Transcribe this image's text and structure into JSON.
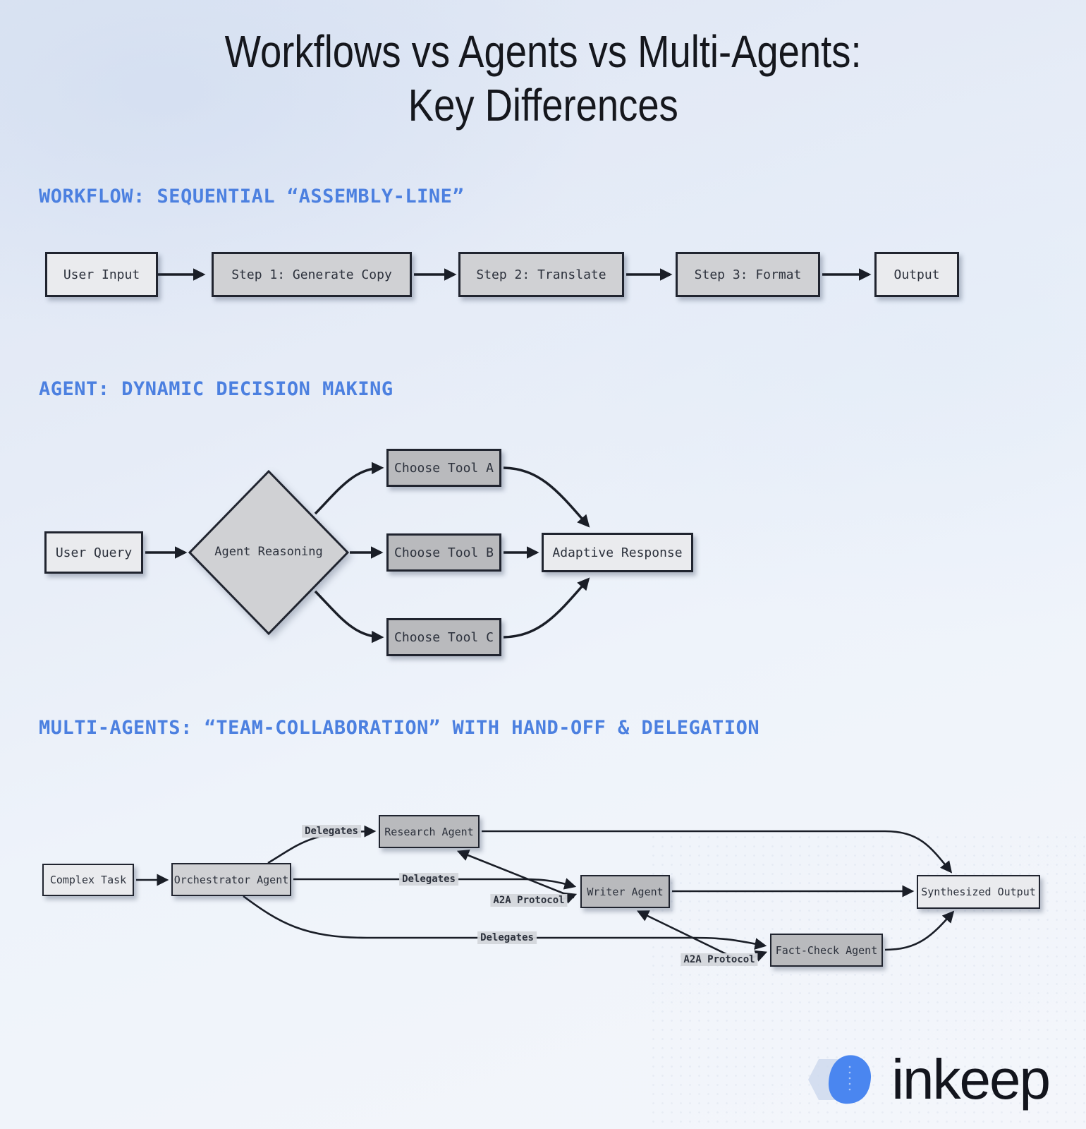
{
  "title": {
    "line1": "Workflows vs Agents vs Multi-Agents:",
    "line2": "Key Differences"
  },
  "colors": {
    "heading_blue": "#4c80e0",
    "arrow": "#1a1e27",
    "node_border": "#20242f",
    "node_light": "#eaebee",
    "node_medium": "#d0d1d4",
    "node_dark": "#b9babd",
    "logo_blue": "#4a86f0",
    "logo_hex": "#ccd8ee"
  },
  "sections": {
    "workflow": {
      "heading": "WORKFLOW: SEQUENTIAL “ASSEMBLY-LINE”"
    },
    "agent": {
      "heading": "AGENT: DYNAMIC DECISION MAKING"
    },
    "multi": {
      "heading": "MULTI-AGENTS: “TEAM-COLLABORATION” WITH HAND-OFF & DELEGATION"
    }
  },
  "workflow": {
    "nodes": [
      {
        "label": "User Input"
      },
      {
        "label": "Step 1: Generate Copy"
      },
      {
        "label": "Step 2: Translate"
      },
      {
        "label": "Step 3: Format"
      },
      {
        "label": "Output"
      }
    ]
  },
  "agent": {
    "user_query": "User Query",
    "reasoning": "Agent Reasoning",
    "tool_a": "Choose Tool A",
    "tool_b": "Choose Tool B",
    "tool_c": "Choose Tool C",
    "response": "Adaptive Response"
  },
  "multi": {
    "complex_task": "Complex Task",
    "orchestrator": "Orchestrator Agent",
    "research": "Research Agent",
    "writer": "Writer Agent",
    "fact_check": "Fact-Check Agent",
    "output": "Synthesized Output",
    "labels": {
      "delegates_research": "Delegates",
      "delegates_writer": "Delegates",
      "delegates_factcheck": "Delegates",
      "a2a_writer": "A2A Protocol",
      "a2a_factcheck": "A2A Protocol"
    }
  },
  "logo": {
    "wordmark": "inkeep"
  }
}
